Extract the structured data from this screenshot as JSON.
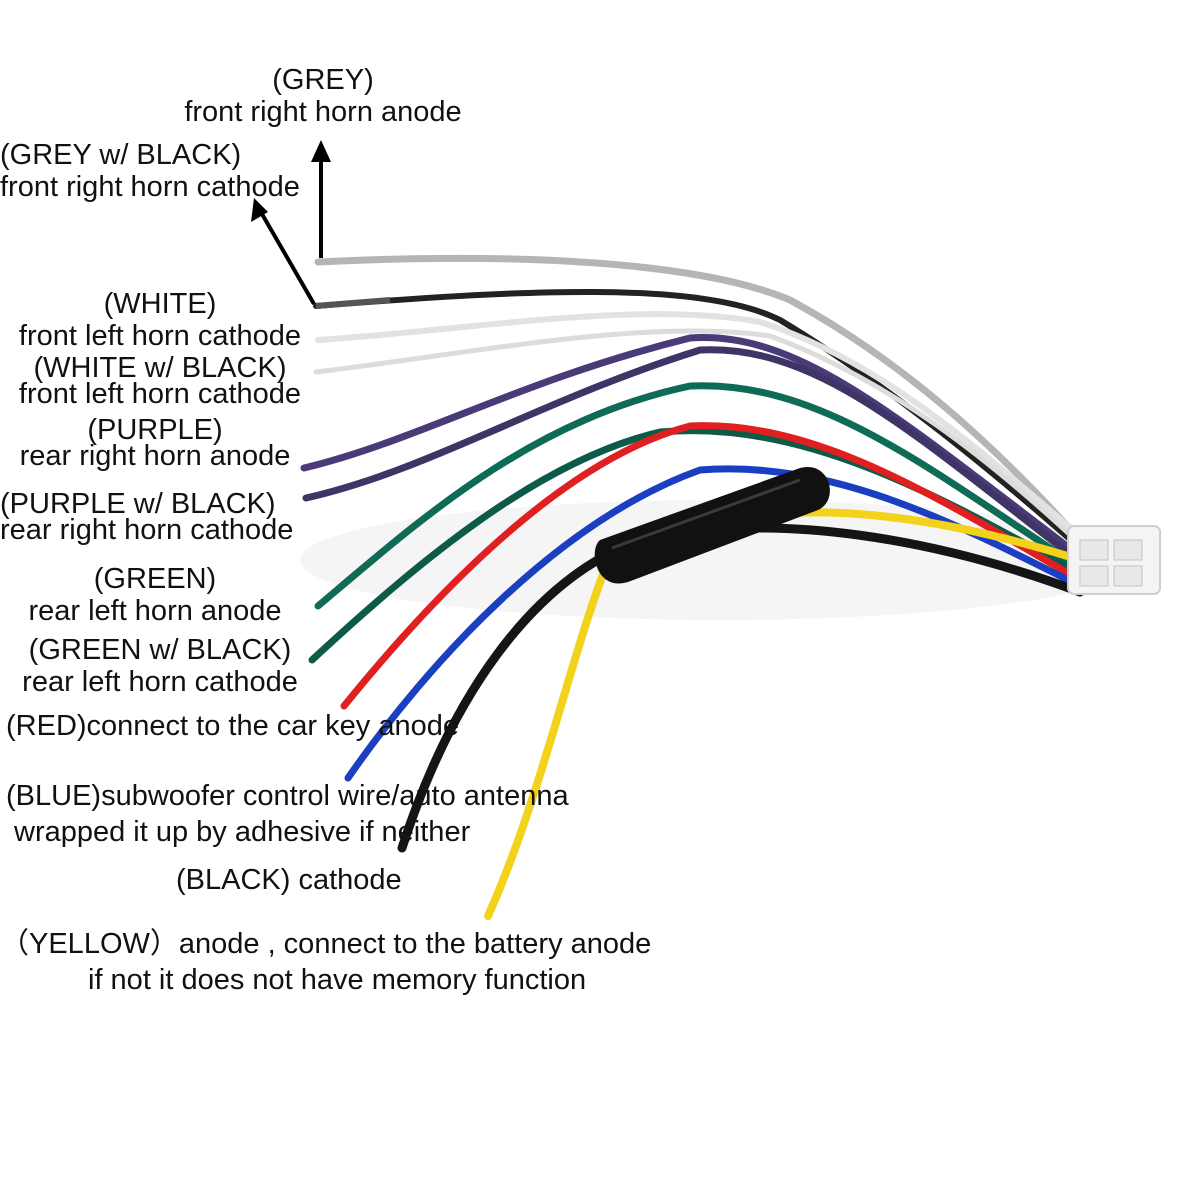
{
  "labels": {
    "grey": {
      "color": "(GREY)",
      "desc": "front right horn anode"
    },
    "grey_black": {
      "color": "(GREY w/ BLACK)",
      "desc": "front right horn cathode"
    },
    "white": {
      "color": "(WHITE)",
      "desc": "front left horn cathode"
    },
    "white_black": {
      "color": "(WHITE w/ BLACK)",
      "desc": "front left horn cathode"
    },
    "purple": {
      "color": "(PURPLE)",
      "desc": "rear right horn anode"
    },
    "purple_black": {
      "color": "(PURPLE w/ BLACK)",
      "desc": "rear right horn cathode"
    },
    "green": {
      "color": "(GREEN)",
      "desc": "rear left horn anode"
    },
    "green_black": {
      "color": "(GREEN w/ BLACK)",
      "desc": "rear left horn cathode"
    },
    "red": {
      "text": "(RED)connect to the car key anode"
    },
    "blue": {
      "line1": "(BLUE)subwoofer control wire/auto antenna",
      "line2": "wrapped it up by adhesive if neither"
    },
    "black": {
      "text": "(BLACK) cathode"
    },
    "yellow": {
      "line1": "（YELLOW）anode , connect to the battery anode",
      "line2": "if not it does not have memory function"
    }
  },
  "wire_colors": {
    "grey": "#b5b5b5",
    "grey_black": "#222222",
    "white": "#ececec",
    "purple": "#4a3a78",
    "green": "#0e6b55",
    "red": "#e02020",
    "blue": "#1a3fc0",
    "black": "#151515",
    "yellow": "#f2d21a",
    "connector": "#f4f4f4",
    "filter": "#111111"
  },
  "icons": {
    "arrows": "arrow-up-icon"
  }
}
